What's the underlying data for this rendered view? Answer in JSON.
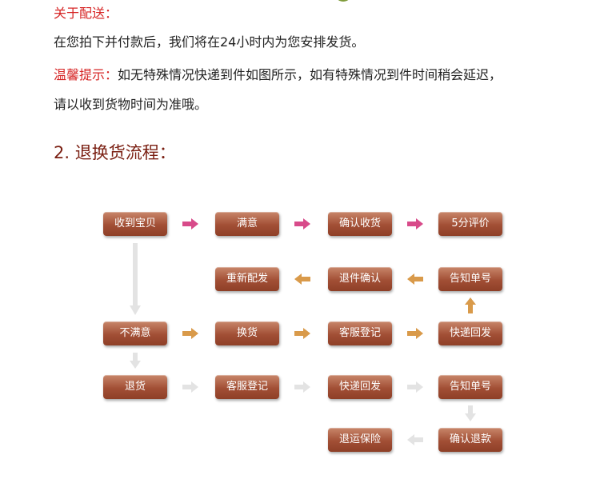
{
  "shipping": {
    "title": "关于配送：",
    "text": "在您拍下并付款后，我们将在24小时内为您安排发货。",
    "tip_label": "温馨提示：",
    "tip_text": "如无特殊情况快递到件如图所示，如有特殊情况到件时间稍会延迟，",
    "tip_text_2": "请以收到货物时间为准哦。"
  },
  "section2": {
    "title": "2. 退换货流程："
  },
  "flow": {
    "nodes": [
      "收到宝贝",
      "满意",
      "确认收货",
      "5分评价",
      "重新配发",
      "退件确认",
      "告知单号",
      "不满意",
      "换货",
      "客服登记",
      "快递回发",
      "退货",
      "客服登记",
      "快递回发",
      "告知单号",
      "退运保险",
      "确认退款"
    ]
  },
  "colors": {
    "red_label": "#d62424",
    "heading": "#7a1f12",
    "arrow_pink": "#d84b8a",
    "arrow_orange": "#d99a4a",
    "arrow_gray": "#e3e3e3"
  }
}
